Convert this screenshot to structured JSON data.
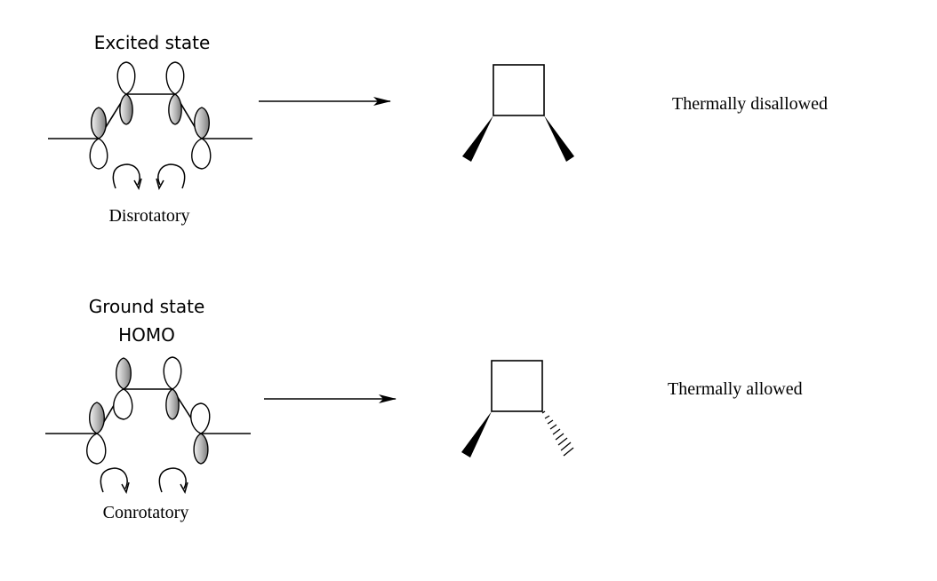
{
  "colors": {
    "ink": "#000000",
    "lobe_shade_light": "#f2f2f2",
    "lobe_shade_dark": "#8a8a8a",
    "background": "#ffffff"
  },
  "panels": [
    {
      "state_title": "Excited state",
      "state_title_2": "",
      "rotation_mode": "Disrotatory",
      "result": "Thermally disallowed",
      "rotation_arrows": [
        "clockwise",
        "counterclockwise"
      ],
      "product_substituents": [
        "wedge",
        "wedge"
      ]
    },
    {
      "state_title": "Ground state",
      "state_title_2": "HOMO",
      "rotation_mode": "Conrotatory",
      "result": "Thermally allowed",
      "rotation_arrows": [
        "clockwise",
        "clockwise"
      ],
      "product_substituents": [
        "wedge",
        "hash"
      ]
    }
  ]
}
